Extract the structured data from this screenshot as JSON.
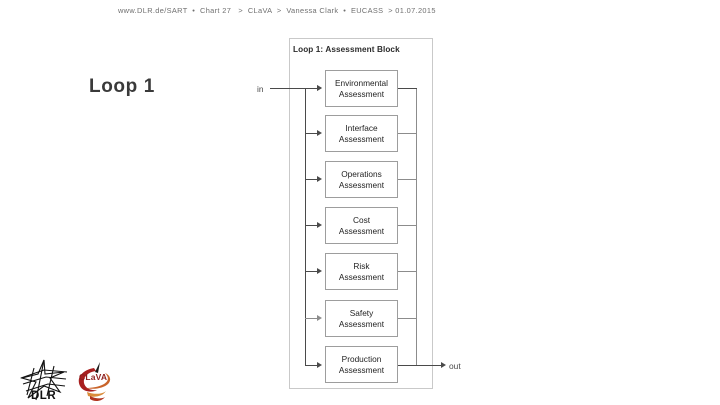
{
  "header": {
    "text": "www.DLR.de/SART  •  Chart 27   >  CLaVA  >  Vanessa Clark  •  EUCASS  > 01.07.2015"
  },
  "slide": {
    "title": "Loop 1"
  },
  "diagram": {
    "title": "Loop 1: Assessment Block",
    "input_label": "in",
    "output_label": "out",
    "line_color": "#4a4a4a",
    "box_border_color": "#9d9d9d",
    "frame_border_color": "#c9c9c9",
    "blocks": [
      {
        "line1": "Environmental",
        "line2": "Assessment"
      },
      {
        "line1": "Interface",
        "line2": "Assessment"
      },
      {
        "line1": "Operations",
        "line2": "Assessment"
      },
      {
        "line1": "Cost",
        "line2": "Assessment"
      },
      {
        "line1": "Risk",
        "line2": "Assessment"
      },
      {
        "line1": "Safety",
        "line2": "Assessment"
      },
      {
        "line1": "Production",
        "line2": "Assessment"
      }
    ]
  },
  "logos": {
    "dlr": {
      "name": "dlr-logo",
      "label": "DLR"
    },
    "clava": {
      "name": "clava-logo",
      "label": "CLaVA",
      "color": "#8d1d1d"
    }
  }
}
